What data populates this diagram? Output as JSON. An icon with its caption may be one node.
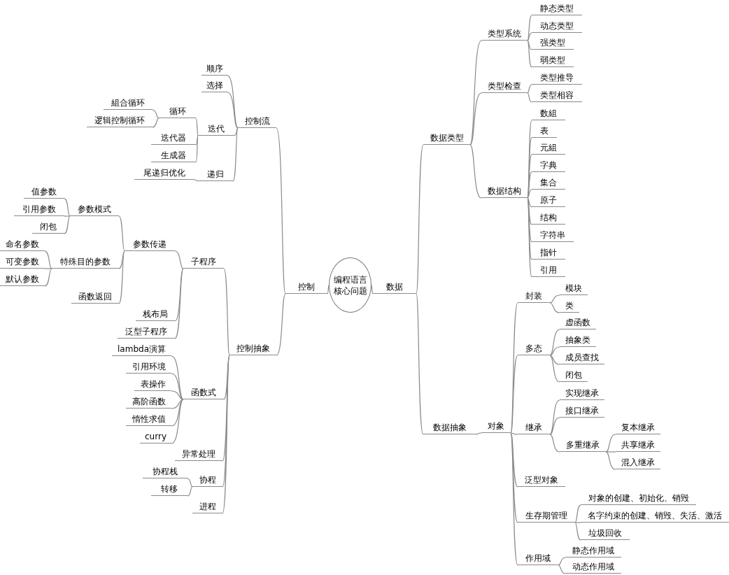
{
  "diagram": {
    "nodes": [
      {
        "text": [
          "编程语言核心问题"
        ]
      },
      {
        "text": [
          "控制"
        ]
      },
      {
        "text": [
          "控制流"
        ]
      },
      {
        "text": [
          "顺序"
        ]
      },
      {
        "text": [
          "选择"
        ]
      },
      {
        "text": [
          "迭代"
        ]
      },
      {
        "text": [
          "循环"
        ]
      },
      {
        "text": [
          "組合循环"
        ]
      },
      {
        "text": [
          "逻辑控制循环"
        ]
      },
      {
        "text": [
          "迭代器"
        ]
      },
      {
        "text": [
          "生成器"
        ]
      },
      {
        "text": [
          "递归"
        ]
      },
      {
        "text": [
          "尾递归优化"
        ]
      },
      {
        "text": [
          "控制抽象"
        ]
      },
      {
        "text": [
          "子程序"
        ]
      },
      {
        "text": [
          "参数传递"
        ]
      },
      {
        "text": [
          "参数模式"
        ]
      },
      {
        "text": [
          "值参数"
        ]
      },
      {
        "text": [
          "引用参数"
        ]
      },
      {
        "text": [
          "闭包"
        ]
      },
      {
        "text": [
          "特殊目的参数"
        ]
      },
      {
        "text": [
          "命名参数"
        ]
      },
      {
        "text": [
          "可变参数"
        ]
      },
      {
        "text": [
          "默认参数"
        ]
      },
      {
        "text": [
          "函数返回"
        ]
      },
      {
        "text": [
          "栈布局"
        ]
      },
      {
        "text": [
          "泛型子程序"
        ]
      },
      {
        "text": [
          "函数式"
        ]
      },
      {
        "text": [
          "lambda演算"
        ]
      },
      {
        "text": [
          "引用环境"
        ]
      },
      {
        "text": [
          "表操作"
        ]
      },
      {
        "text": [
          "高阶函数"
        ]
      },
      {
        "text": [
          "惰性求值"
        ]
      },
      {
        "text": [
          "curry"
        ]
      },
      {
        "text": [
          "异常处理"
        ]
      },
      {
        "text": [
          "协程"
        ]
      },
      {
        "text": [
          "协程栈"
        ]
      },
      {
        "text": [
          "转移"
        ]
      },
      {
        "text": [
          "进程"
        ]
      },
      {
        "text": [
          "数据"
        ]
      },
      {
        "text": [
          "数据类型"
        ]
      },
      {
        "text": [
          "类型系统"
        ]
      },
      {
        "text": [
          "静态类型"
        ]
      },
      {
        "text": [
          "动态类型"
        ]
      },
      {
        "text": [
          "强类型"
        ]
      },
      {
        "text": [
          "弱类型"
        ]
      },
      {
        "text": [
          "类型检查"
        ]
      },
      {
        "text": [
          "类型推导"
        ]
      },
      {
        "text": [
          "类型相容"
        ]
      },
      {
        "text": [
          "数据结构"
        ]
      },
      {
        "text": [
          "数組"
        ]
      },
      {
        "text": [
          "表"
        ]
      },
      {
        "text": [
          "元組"
        ]
      },
      {
        "text": [
          "字典"
        ]
      },
      {
        "text": [
          "集合"
        ]
      },
      {
        "text": [
          "原子"
        ]
      },
      {
        "text": [
          "结构"
        ]
      },
      {
        "text": [
          "字符串"
        ]
      },
      {
        "text": [
          "指针"
        ]
      },
      {
        "text": [
          "引用"
        ]
      },
      {
        "text": [
          "数据抽象"
        ]
      },
      {
        "text": [
          "对象"
        ]
      },
      {
        "text": [
          "封装"
        ]
      },
      {
        "text": [
          "模块"
        ]
      },
      {
        "text": [
          "类"
        ]
      },
      {
        "text": [
          "多态"
        ]
      },
      {
        "text": [
          "虚函数"
        ]
      },
      {
        "text": [
          "抽象类"
        ]
      },
      {
        "text": [
          "成员查找"
        ]
      },
      {
        "text": [
          "闭包"
        ]
      },
      {
        "text": [
          "继承"
        ]
      },
      {
        "text": [
          "实现继承"
        ]
      },
      {
        "text": [
          "接口继承"
        ]
      },
      {
        "text": [
          "多重继承"
        ]
      },
      {
        "text": [
          "复本继承"
        ]
      },
      {
        "text": [
          "共享继承"
        ]
      },
      {
        "text": [
          "混入继承"
        ]
      },
      {
        "text": [
          "泛型对象"
        ]
      },
      {
        "text": [
          "生存期管理"
        ]
      },
      {
        "text": [
          "对象的创建、初始化、销毁"
        ]
      },
      {
        "text": [
          "名字约束的创建、销毁、失活、激活"
        ]
      },
      {
        "text": [
          "垃圾回收"
        ]
      },
      {
        "text": [
          "作用域"
        ]
      },
      {
        "text": [
          "静态作用域"
        ]
      },
      {
        "text": [
          "动态作用域"
        ]
      }
    ],
    "edges": [
      {
        "from": 0,
        "to": 1,
        "arrow": "none"
      },
      {
        "from": 1,
        "to": 2,
        "arrow": "none"
      },
      {
        "from": 2,
        "to": 3,
        "arrow": "none"
      },
      {
        "from": 2,
        "to": 4,
        "arrow": "none"
      },
      {
        "from": 2,
        "to": 5,
        "arrow": "none"
      },
      {
        "from": 5,
        "to": 6,
        "arrow": "none"
      },
      {
        "from": 6,
        "to": 7,
        "arrow": "none"
      },
      {
        "from": 6,
        "to": 8,
        "arrow": "none"
      },
      {
        "from": 5,
        "to": 9,
        "arrow": "none"
      },
      {
        "from": 5,
        "to": 10,
        "arrow": "none"
      },
      {
        "from": 2,
        "to": 11,
        "arrow": "none"
      },
      {
        "from": 11,
        "to": 12,
        "arrow": "none"
      },
      {
        "from": 1,
        "to": 13,
        "arrow": "none"
      },
      {
        "from": 13,
        "to": 14,
        "arrow": "none"
      },
      {
        "from": 14,
        "to": 15,
        "arrow": "none"
      },
      {
        "from": 15,
        "to": 16,
        "arrow": "none"
      },
      {
        "from": 16,
        "to": 17,
        "arrow": "none"
      },
      {
        "from": 16,
        "to": 18,
        "arrow": "none"
      },
      {
        "from": 16,
        "to": 19,
        "arrow": "none"
      },
      {
        "from": 15,
        "to": 20,
        "arrow": "none"
      },
      {
        "from": 20,
        "to": 21,
        "arrow": "none"
      },
      {
        "from": 20,
        "to": 22,
        "arrow": "none"
      },
      {
        "from": 20,
        "to": 23,
        "arrow": "none"
      },
      {
        "from": 15,
        "to": 24,
        "arrow": "none"
      },
      {
        "from": 14,
        "to": 25,
        "arrow": "none"
      },
      {
        "from": 14,
        "to": 26,
        "arrow": "none"
      },
      {
        "from": 13,
        "to": 27,
        "arrow": "none"
      },
      {
        "from": 27,
        "to": 28,
        "arrow": "none"
      },
      {
        "from": 27,
        "to": 29,
        "arrow": "none"
      },
      {
        "from": 27,
        "to": 30,
        "arrow": "none"
      },
      {
        "from": 27,
        "to": 31,
        "arrow": "none"
      },
      {
        "from": 27,
        "to": 32,
        "arrow": "none"
      },
      {
        "from": 27,
        "to": 33,
        "arrow": "none"
      },
      {
        "from": 13,
        "to": 34,
        "arrow": "none"
      },
      {
        "from": 13,
        "to": 35,
        "arrow": "none"
      },
      {
        "from": 35,
        "to": 36,
        "arrow": "none"
      },
      {
        "from": 35,
        "to": 37,
        "arrow": "none"
      },
      {
        "from": 13,
        "to": 38,
        "arrow": "none"
      },
      {
        "from": 0,
        "to": 39,
        "arrow": "none"
      },
      {
        "from": 39,
        "to": 40,
        "arrow": "none"
      },
      {
        "from": 40,
        "to": 41,
        "arrow": "none"
      },
      {
        "from": 41,
        "to": 42,
        "arrow": "none"
      },
      {
        "from": 41,
        "to": 43,
        "arrow": "none"
      },
      {
        "from": 41,
        "to": 44,
        "arrow": "none"
      },
      {
        "from": 41,
        "to": 45,
        "arrow": "none"
      },
      {
        "from": 40,
        "to": 46,
        "arrow": "none"
      },
      {
        "from": 46,
        "to": 47,
        "arrow": "none"
      },
      {
        "from": 46,
        "to": 48,
        "arrow": "none"
      },
      {
        "from": 40,
        "to": 49,
        "arrow": "none"
      },
      {
        "from": 49,
        "to": 50,
        "arrow": "none"
      },
      {
        "from": 49,
        "to": 51,
        "arrow": "none"
      },
      {
        "from": 49,
        "to": 52,
        "arrow": "none"
      },
      {
        "from": 49,
        "to": 53,
        "arrow": "none"
      },
      {
        "from": 49,
        "to": 54,
        "arrow": "none"
      },
      {
        "from": 49,
        "to": 55,
        "arrow": "none"
      },
      {
        "from": 49,
        "to": 56,
        "arrow": "none"
      },
      {
        "from": 49,
        "to": 57,
        "arrow": "none"
      },
      {
        "from": 49,
        "to": 58,
        "arrow": "none"
      },
      {
        "from": 49,
        "to": 59,
        "arrow": "none"
      },
      {
        "from": 39,
        "to": 60,
        "arrow": "none"
      },
      {
        "from": 60,
        "to": 61,
        "arrow": "none"
      },
      {
        "from": 61,
        "to": 62,
        "arrow": "none"
      },
      {
        "from": 62,
        "to": 63,
        "arrow": "none"
      },
      {
        "from": 62,
        "to": 64,
        "arrow": "none"
      },
      {
        "from": 61,
        "to": 65,
        "arrow": "none"
      },
      {
        "from": 65,
        "to": 66,
        "arrow": "none"
      },
      {
        "from": 65,
        "to": 67,
        "arrow": "none"
      },
      {
        "from": 65,
        "to": 68,
        "arrow": "none"
      },
      {
        "from": 65,
        "to": 69,
        "arrow": "none"
      },
      {
        "from": 61,
        "to": 70,
        "arrow": "none"
      },
      {
        "from": 70,
        "to": 71,
        "arrow": "none"
      },
      {
        "from": 70,
        "to": 72,
        "arrow": "none"
      },
      {
        "from": 70,
        "to": 73,
        "arrow": "none"
      },
      {
        "from": 73,
        "to": 74,
        "arrow": "none"
      },
      {
        "from": 73,
        "to": 75,
        "arrow": "none"
      },
      {
        "from": 73,
        "to": 76,
        "arrow": "none"
      },
      {
        "from": 61,
        "to": 77,
        "arrow": "none"
      },
      {
        "from": 61,
        "to": 78,
        "arrow": "none"
      },
      {
        "from": 78,
        "to": 79,
        "arrow": "none"
      },
      {
        "from": 78,
        "to": 80,
        "arrow": "none"
      },
      {
        "from": 78,
        "to": 81,
        "arrow": "none"
      },
      {
        "from": 61,
        "to": 82,
        "arrow": "none"
      },
      {
        "from": 82,
        "to": 83,
        "arrow": "none"
      },
      {
        "from": 82,
        "to": 84,
        "arrow": "none"
      }
    ]
  }
}
